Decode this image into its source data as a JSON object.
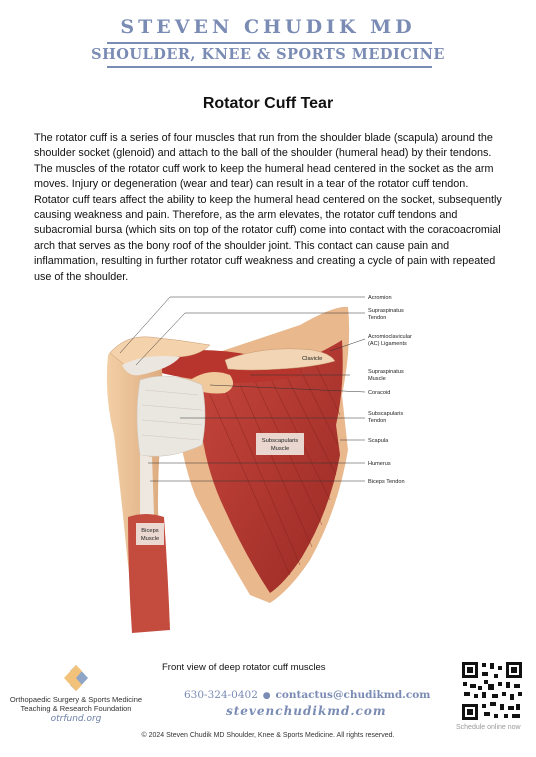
{
  "header": {
    "name": "STEVEN CHUDIK MD",
    "tagline": "SHOULDER, KNEE & SPORTS MEDICINE",
    "accent_color": "#7a8bb4"
  },
  "article": {
    "title": "Rotator Cuff Tear",
    "body": "The rotator cuff is a series of four muscles that run from the shoulder blade (scapula) around the shoulder socket (glenoid) and attach to the ball of the shoulder (humeral head) by their tendons. The muscles of the rotator cuff work to keep the humeral head centered in the socket as the arm moves. Injury or degeneration (wear and tear) can result in a tear of the rotator cuff tendon. Rotator cuff tears affect the ability to keep the humeral head centered on the socket, subsequently causing weakness and pain. Therefore, as the arm elevates, the rotator cuff tendons and subacromial bursa (which sits on top of the rotator cuff) come into contact with the coracoacromial arch that serves as the bony roof of the shoulder joint. This contact can cause pain and inflammation, resulting in further rotator cuff weakness and creating a cycle of pain with repeated use of the shoulder."
  },
  "figure": {
    "labels": {
      "acromion": "Acromion",
      "supraspinatus_tendon_1": "Supraspinatus",
      "supraspinatus_tendon_2": "Tendon",
      "ac_ligaments_1": "Acromioclavicular",
      "ac_ligaments_2": "(AC) Ligaments",
      "clavicle": "Clavicle",
      "supraspinatus_muscle_1": "Supraspinatus",
      "supraspinatus_muscle_2": "Muscle",
      "coracoid": "Coracoid",
      "subscapularis_tendon_1": "Subscapularis",
      "subscapularis_tendon_2": "Tendon",
      "scapula": "Scapula",
      "humerus": "Humerus",
      "biceps_tendon": "Biceps Tendon",
      "subscapularis_muscle_1": "Subscapularis",
      "subscapularis_muscle_2": "Muscle",
      "biceps_muscle_1": "Biceps",
      "biceps_muscle_2": "Muscle"
    },
    "caption": "Front view of deep rotator cuff muscles"
  },
  "footer": {
    "foundation_line1": "Orthopaedic Surgery & Sports Medicine",
    "foundation_line2": "Teaching & Research Foundation",
    "foundation_url": "otrfund.org",
    "phone": "630-324-0402",
    "email": "contactus@chudikmd.com",
    "website": "stevenchudikmd.com",
    "copyright": "© 2024 Steven Chudik MD Shoulder, Knee & Sports Medicine. All rights reserved.",
    "qr_caption": "Schedule online now"
  }
}
